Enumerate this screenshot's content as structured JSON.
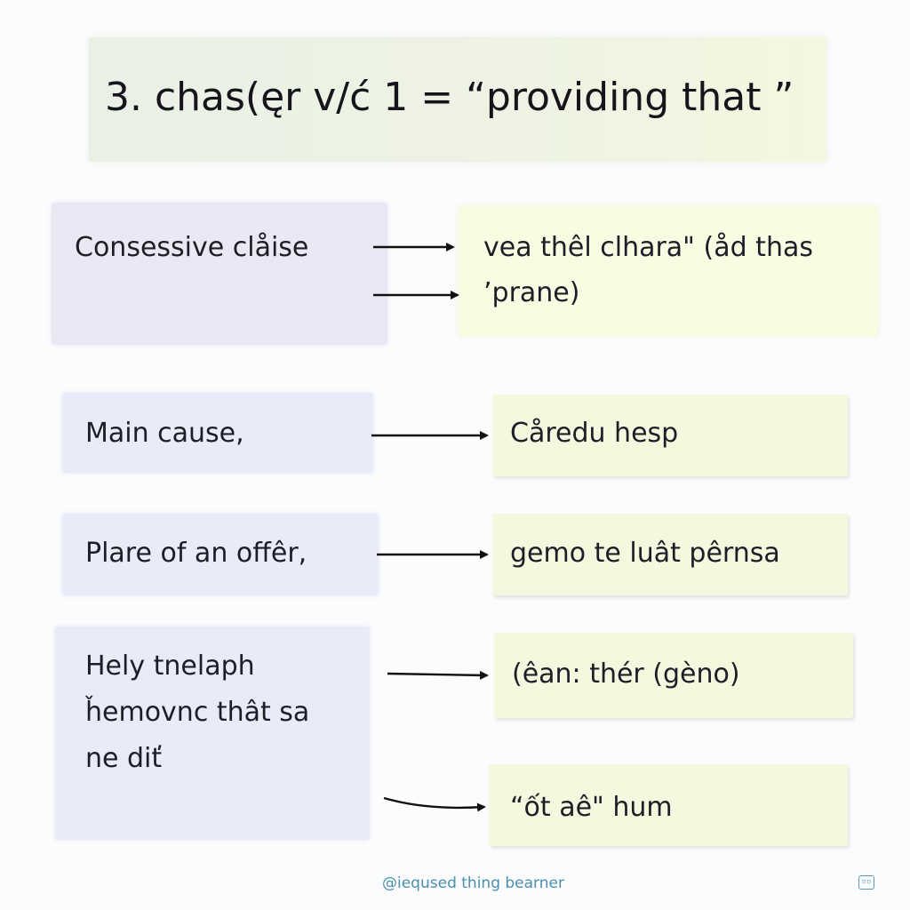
{
  "title": "3. chas(ęr v/ć 1 = “providing that ”",
  "rows": [
    {
      "left": "Consessive clåise",
      "right_lines": [
        "vea thêl clhara\" (åd thas",
        "’prane)"
      ]
    },
    {
      "left": "Main cause,",
      "right": "Cåredu hesp"
    },
    {
      "left": "Plare of an offêr,",
      "right": "gemo te luât pêrnsa"
    },
    {
      "left_lines": [
        "Hely tnelaph",
        "ȟemovnc thât sa",
        "ne diť"
      ],
      "right_a": "(êan: thér (gèno)",
      "right_b": "“ốt aê\" hum"
    }
  ],
  "footer": "@ieqused thing bearner",
  "colors": {
    "title_band": "#eef3e3",
    "left_boxes": "#e9ebf8",
    "first_left_box": "#ebe7f4",
    "right_boxes": "#f3f8df",
    "first_right_box": "#f9fbe2",
    "footer_text": "#4a8fae",
    "arrow": "#111111"
  },
  "icons": {
    "corner": "small-square-icon"
  }
}
